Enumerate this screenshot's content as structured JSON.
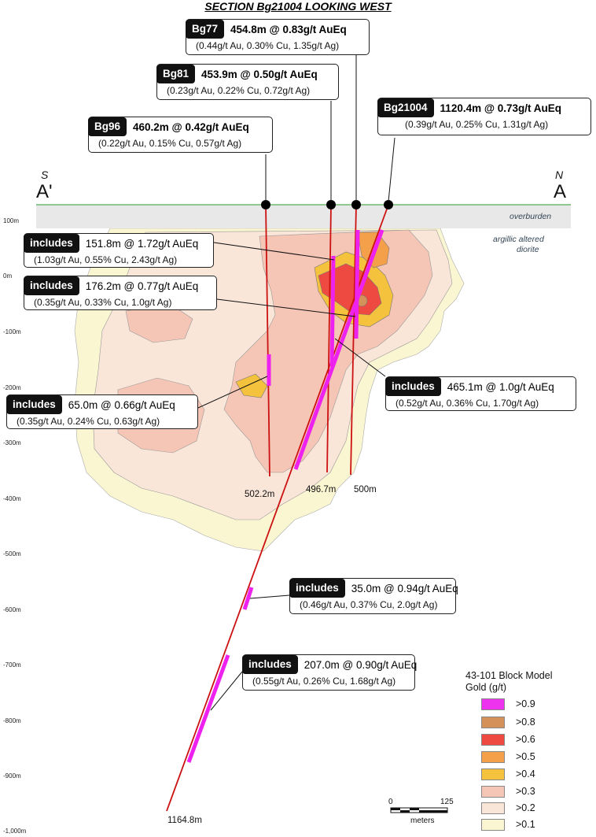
{
  "title": "SECTION Bg21004 LOOKING WEST",
  "section_ends": {
    "left_direction": "S",
    "left_label": "A'",
    "right_direction": "N",
    "right_label": "A"
  },
  "overburden_label": "overburden",
  "diorite_label_line1": "argillic altered",
  "diorite_label_line2": "diorite",
  "depth_axis": [
    "100m",
    "0m",
    "-100m",
    "-200m",
    "-300m",
    "-400m",
    "-500m",
    "-600m",
    "-700m",
    "-800m",
    "-900m",
    "-1,000m"
  ],
  "drill_holes": [
    {
      "id": "Bg77",
      "headline": "454.8m @ 0.83g/t AuEq",
      "detail": "(0.44g/t Au, 0.30% Cu, 1.35g/t Ag)",
      "length_label": "500m"
    },
    {
      "id": "Bg81",
      "headline": "453.9m @ 0.50g/t AuEq",
      "detail": "(0.23g/t Au, 0.22% Cu, 0.72g/t Ag)",
      "length_label": "496.7m"
    },
    {
      "id": "Bg96",
      "headline": "460.2m @ 0.42g/t AuEq",
      "detail": "(0.22g/t Au, 0.15% Cu, 0.57g/t Ag)",
      "length_label": "502.2m"
    },
    {
      "id": "Bg21004",
      "headline": "1120.4m @ 0.73g/t AuEq",
      "detail": "(0.39g/t Au, 0.25% Cu, 1.31g/t Ag)",
      "length_label": "1164.8m"
    }
  ],
  "includes": [
    {
      "tag": "includes",
      "headline": "151.8m @ 1.72g/t AuEq",
      "detail": "(1.03g/t Au, 0.55% Cu, 2.43g/t Ag)"
    },
    {
      "tag": "includes",
      "headline": "176.2m @ 0.77g/t AuEq",
      "detail": "(0.35g/t Au, 0.33% Cu, 1.0g/t Ag)"
    },
    {
      "tag": "includes",
      "headline": "465.1m @ 1.0g/t AuEq",
      "detail": "(0.52g/t Au, 0.36% Cu, 1.70g/t Ag)"
    },
    {
      "tag": "includes",
      "headline": "65.0m @ 0.66g/t AuEq",
      "detail": "(0.35g/t Au, 0.24% Cu, 0.63g/t Ag)"
    },
    {
      "tag": "includes",
      "headline": "35.0m @ 0.94g/t AuEq",
      "detail": "(0.46g/t Au, 0.37% Cu, 2.0g/t Ag)"
    },
    {
      "tag": "includes",
      "headline": "207.0m @ 0.90g/t AuEq",
      "detail": "(0.55g/t Au, 0.26% Cu, 1.68g/t Ag)"
    }
  ],
  "legend": {
    "title_line1": "43-101 Block Model",
    "title_line2": "Gold (g/t)",
    "items": [
      {
        "label": ">0.9",
        "color": "#ee33ee"
      },
      {
        "label": ">0.8",
        "color": "#d4915a"
      },
      {
        "label": ">0.6",
        "color": "#ee4a42"
      },
      {
        "label": ">0.5",
        "color": "#f4a04a"
      },
      {
        "label": ">0.4",
        "color": "#f4c23c"
      },
      {
        "label": ">0.3",
        "color": "#f5c5b5"
      },
      {
        "label": ">0.2",
        "color": "#fae6d9"
      },
      {
        "label": ">0.1",
        "color": "#fbf6d2"
      }
    ]
  },
  "scale_bar": {
    "start": "0",
    "end": "125",
    "unit": "meters"
  },
  "colors": {
    "hole_trace": "#cc1111",
    "high_grade": "#ee22ee",
    "ground_line": "#55aa55",
    "overburden": "#e8e8e8",
    "callout_tag": "#111111"
  }
}
